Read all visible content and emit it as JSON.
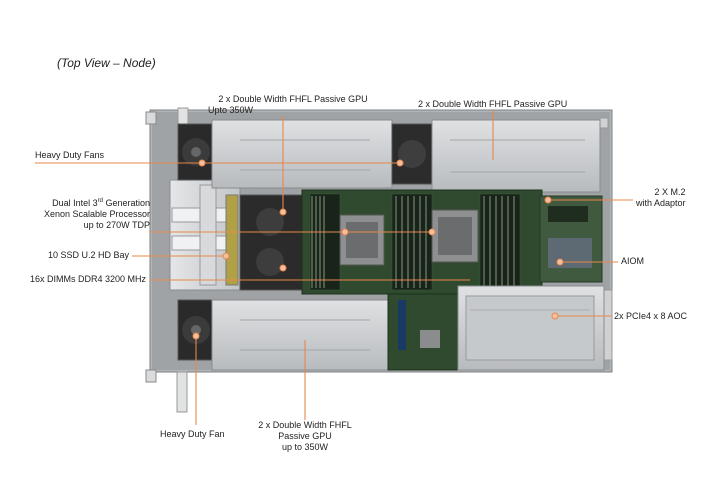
{
  "title": "(Top View – Node)",
  "labels": {
    "gpu_top_left_1": "2 x Double Width FHFL Passive GPU",
    "gpu_top_left_2": "Upto 350W",
    "gpu_top_right": "2 x Double Width FHFL Passive GPU",
    "fans_top": "Heavy Duty Fans",
    "cpu_1a": "Dual Intel 3",
    "cpu_1sup": "rd",
    "cpu_1b": " Generation",
    "cpu_2": "Xenon Scalable Processor",
    "cpu_3": "up to 270W TDP",
    "ssd": "10 SSD U.2 HD Bay",
    "dimms": "16x DIMMs DDR4 3200 MHz",
    "m2_1": "2 X M.2",
    "m2_2": "with Adaptor",
    "aiom": "AIOM",
    "pcie": "2x PCIe4 x 8 AOC",
    "fan_bottom": "Heavy Duty Fan",
    "gpu_bottom_1": "2 x Double Width FHFL",
    "gpu_bottom_2": "Passive GPU",
    "gpu_bottom_3": "up to 350W"
  },
  "colors": {
    "callout_line": "#e8874a",
    "callout_dot": "#f2c0a0",
    "chassis": "#c9ccce",
    "board": "#2f4a2f"
  }
}
